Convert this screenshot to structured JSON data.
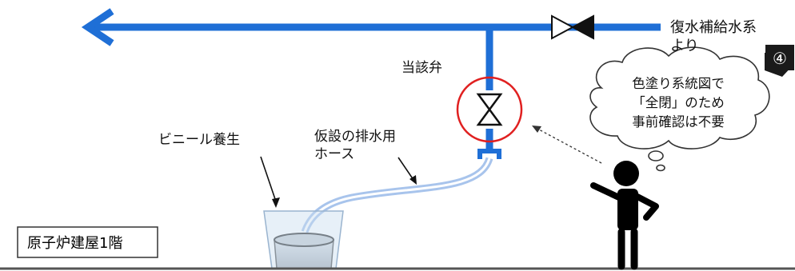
{
  "labels": {
    "supply_line": [
      "復水補給水系",
      "より"
    ],
    "valve": "当該弁",
    "vinyl": "ビニール養生",
    "hose": [
      "仮設の排水用",
      "ホース"
    ],
    "floor": "原子炉建屋1階",
    "badge": "④",
    "thought": [
      "色塗り系統図で",
      "「全閉」のため",
      "事前確認は不要"
    ]
  },
  "colors": {
    "pipe": "#1f6fd6",
    "valve_highlight": "#e02020",
    "hose": "#a8c4ec",
    "person": "#000000",
    "floor_line": "#555555"
  },
  "icons": {
    "flow_direction": "arrow-left-icon",
    "valve": "gate-valve-icon",
    "person": "person-pointing-icon"
  }
}
